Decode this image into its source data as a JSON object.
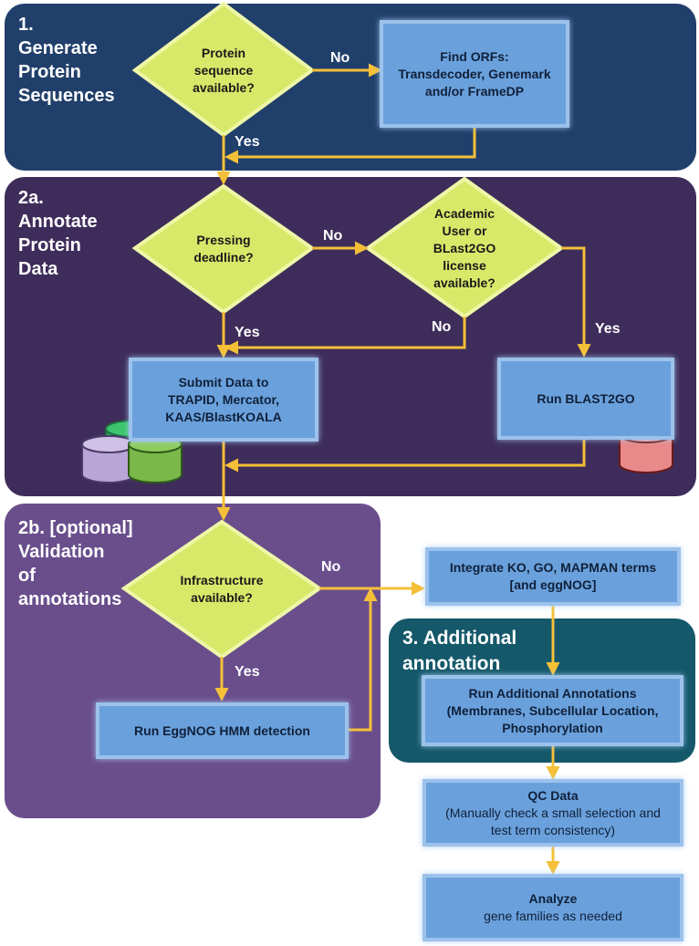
{
  "panels": {
    "p1": {
      "title": "1.\nGenerate\nProtein\nSequences",
      "color": "#213f6b"
    },
    "p2a": {
      "title": "2a.\nAnnotate\nProtein\nData",
      "color": "#3e2d5a"
    },
    "p2b": {
      "title": "2b. [optional]\nValidation\nof\nannotations",
      "color": "#6a4e8c"
    },
    "p3": {
      "title": "3. Additional\nannotation",
      "color": "#14586a"
    }
  },
  "decisions": {
    "protein_seq": "Protein\nsequence\navailable?",
    "deadline": "Pressing\ndeadline?",
    "academic": "Academic\nUser or\nBLast2GO\nlicense\navailable?",
    "infrastructure": "Infrastructure\navailable?"
  },
  "boxes": {
    "find_orfs": "Find ORFs:\nTransdecoder, Genemark\nand/or FrameDP",
    "submit": "Submit Data to\nTRAPID, Mercator,\nKAAS/BlastKOALA",
    "blast2go": "Run BLAST2GO",
    "integrate": "Integrate KO, GO, MAPMAN terms\n[and eggNOG]",
    "eggnog": "Run EggNOG HMM detection",
    "additional_title": "Run Additional Annotations",
    "additional_detail": "(Membranes, Subcellular Location,\nPhosphorylation",
    "qc_title": "QC Data",
    "qc_detail": "(Manually check a small selection and\ntest term consistency)",
    "analyze_title": "Analyze",
    "analyze_detail": "gene families as needed"
  },
  "labels": {
    "no": "No",
    "yes": "Yes"
  },
  "colors": {
    "arrow": "#f5c038",
    "diamond": "#d8e96a",
    "box": "#6aa1dc"
  }
}
